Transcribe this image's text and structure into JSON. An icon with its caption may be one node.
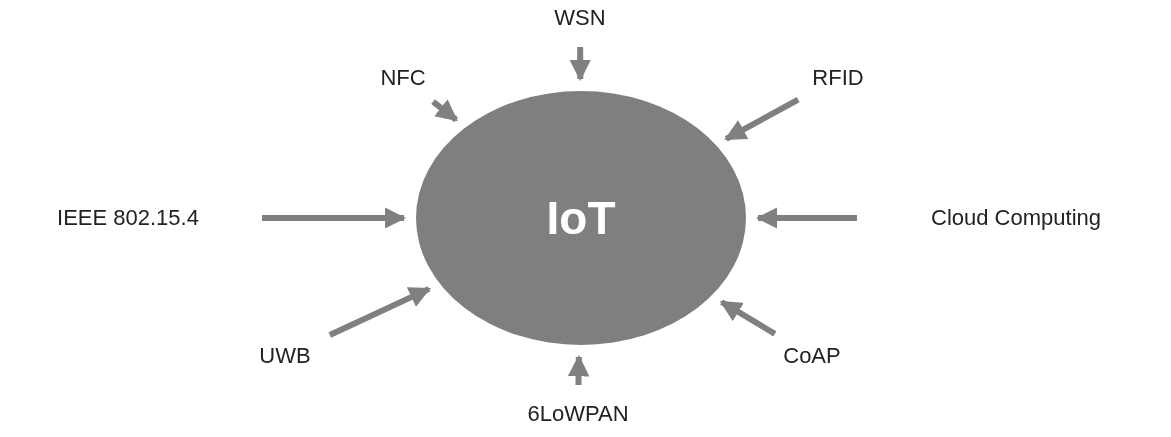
{
  "diagram": {
    "nodes": [
      {
        "text": [
          "IoT"
        ]
      },
      {
        "text": [
          "WSN"
        ]
      },
      {
        "text": [
          "NFC"
        ]
      },
      {
        "text": [
          "RFID"
        ]
      },
      {
        "text": [
          "IEEE 802.15.4"
        ]
      },
      {
        "text": [
          "Cloud Computing"
        ]
      },
      {
        "text": [
          "UWB"
        ]
      },
      {
        "text": [
          "CoAP"
        ]
      },
      {
        "text": [
          "6LoWPAN"
        ]
      }
    ],
    "edges": [
      {
        "from": 1,
        "to": 0,
        "arrow": "to"
      },
      {
        "from": 2,
        "to": 0,
        "arrow": "to"
      },
      {
        "from": 3,
        "to": 0,
        "arrow": "to"
      },
      {
        "from": 4,
        "to": 0,
        "arrow": "to"
      },
      {
        "from": 5,
        "to": 0,
        "arrow": "to"
      },
      {
        "from": 6,
        "to": 0,
        "arrow": "to"
      },
      {
        "from": 7,
        "to": 0,
        "arrow": "to"
      },
      {
        "from": 8,
        "to": 0,
        "arrow": "to"
      }
    ]
  }
}
